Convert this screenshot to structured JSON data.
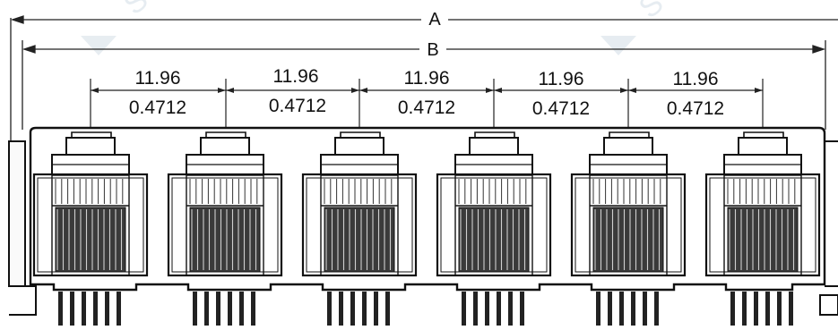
{
  "dimensions": {
    "overall_a": "A",
    "overall_b": "B",
    "pitch_mm": "11.96",
    "pitch_in": "0.4712"
  },
  "port_count": 6,
  "contacts_per_port": 6,
  "watermark": "S"
}
